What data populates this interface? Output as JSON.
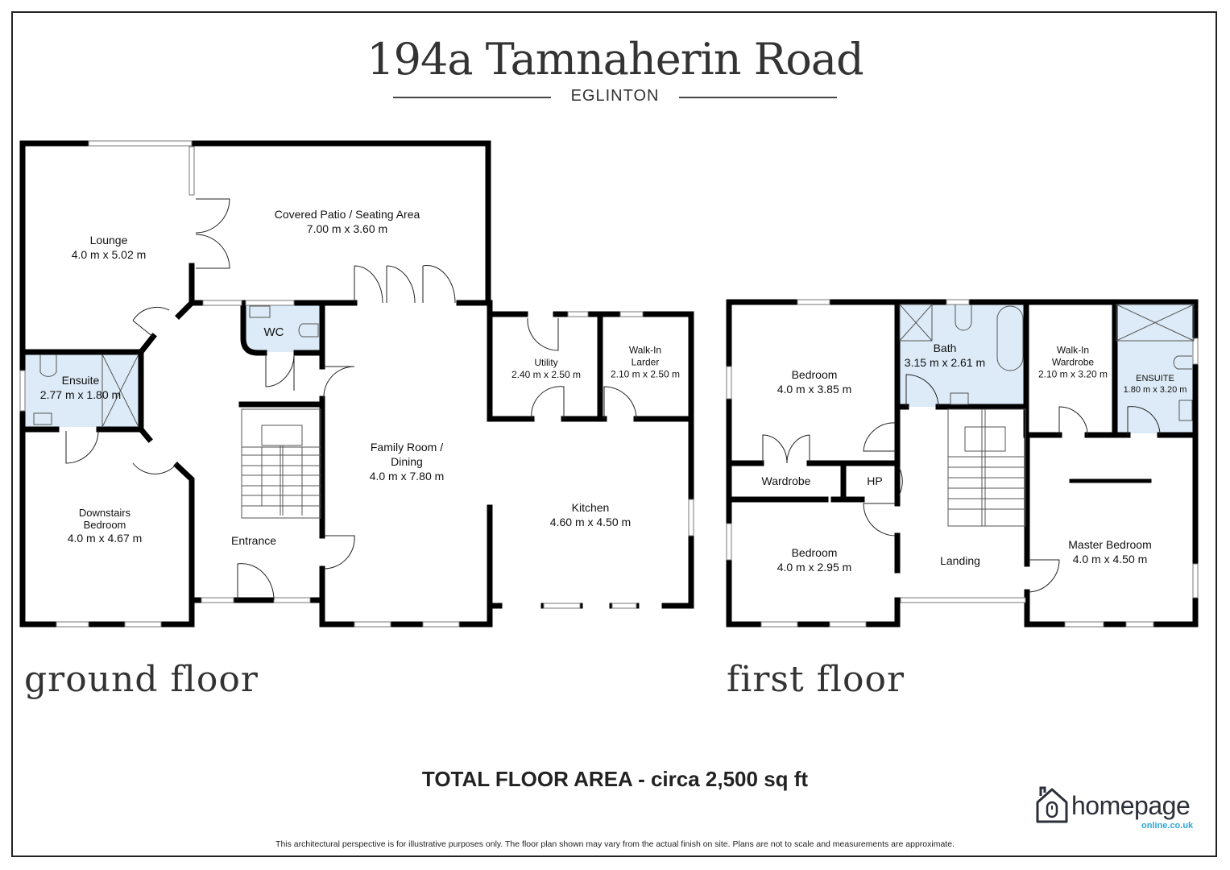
{
  "header": {
    "title": "194a Tamnaherin Road",
    "subtitle": "EGLINTON"
  },
  "ground_floor": {
    "label": "ground floor",
    "rooms": [
      {
        "name": "Lounge",
        "size": "4.0 m x 5.02 m"
      },
      {
        "name": "Covered Patio / Seating Area",
        "size": "7.00 m x 3.60 m"
      },
      {
        "name": "WC",
        "size": ""
      },
      {
        "name": "Ensuite",
        "size": "2.77 m x 1.80 m"
      },
      {
        "name": "Downstairs Bedroom",
        "size": "4.0 m x 4.67 m",
        "line1": "Downstairs",
        "line2": "Bedroom"
      },
      {
        "name": "Entrance",
        "size": ""
      },
      {
        "name": "Family Room / Dining",
        "size": "4.0 m x 7.80 m",
        "line1": "Family Room /",
        "line2": "Dining"
      },
      {
        "name": "Utility",
        "size": "2.40 m x 2.50 m"
      },
      {
        "name": "Walk-In Larder",
        "size": "2.10 m x 2.50 m",
        "line1": "Walk-In",
        "line2": "Larder"
      },
      {
        "name": "Kitchen",
        "size": "4.60 m x 4.50 m"
      }
    ]
  },
  "first_floor": {
    "label": "first floor",
    "rooms": [
      {
        "name": "Bedroom",
        "size": "4.0 m x 3.85 m"
      },
      {
        "name": "Bath",
        "size": "3.15 m x 2.61 m"
      },
      {
        "name": "Walk-In Wardrobe",
        "size": "2.10 m x 3.20 m",
        "line1": "Walk-In",
        "line2": "Wardrobe"
      },
      {
        "name": "ENSUITE",
        "size": "1.80 m x 3.20 m"
      },
      {
        "name": "Wardrobe",
        "size": ""
      },
      {
        "name": "HP",
        "size": ""
      },
      {
        "name": "Bedroom",
        "size": "4.0 m x 2.95 m"
      },
      {
        "name": "Landing",
        "size": ""
      },
      {
        "name": "Master Bedroom",
        "size": "4.0 m x 4.50 m"
      }
    ]
  },
  "footer": {
    "total_area": "TOTAL FLOOR AREA - circa 2,500 sq ft",
    "disclaimer": "This architectural perspective is for illustrative purposes only. The floor plan shown may vary from the actual finish on site. Plans are not to scale and measurements are approximate.",
    "logo_main": "homepage",
    "logo_sub": "online.co.uk"
  },
  "colors": {
    "wall": "#000000",
    "wet_room_fill": "#dcebf7",
    "logo_dark": "#2b2f38",
    "logo_accent": "#2fa6d8"
  }
}
